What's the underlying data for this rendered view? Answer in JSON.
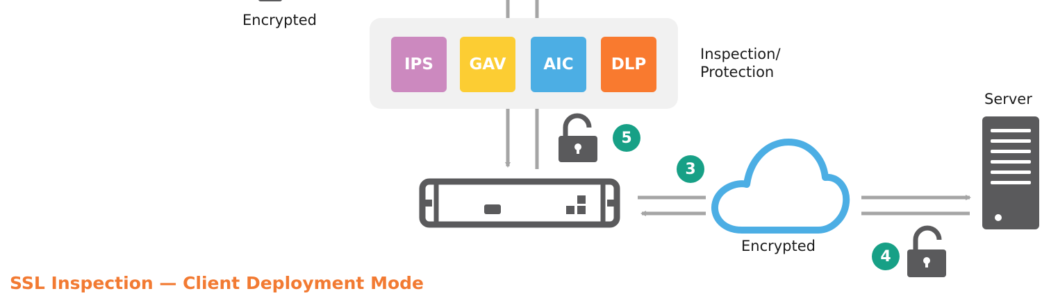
{
  "labels": {
    "encrypted_top": "Encrypted",
    "inspection": "Inspection/",
    "protection": "Protection",
    "server": "Server",
    "encrypted_cloud": "Encrypted"
  },
  "modules": [
    {
      "label": "IPS",
      "color": "#cc89bf"
    },
    {
      "label": "GAV",
      "color": "#fccd33"
    },
    {
      "label": "AIC",
      "color": "#4caee4"
    },
    {
      "label": "DLP",
      "color": "#f97a2f"
    }
  ],
  "steps": {
    "step_3": "3",
    "step_4": "4",
    "step_5": "5"
  },
  "title": "SSL Inspection — Client Deployment Mode",
  "colors": {
    "badge": "#17a086",
    "title": "#f27a32",
    "icon_gray": "#5a5a5c",
    "arrow_gray": "#a5a5a5",
    "cloud": "#4caee4",
    "panel": "#f1f1f1"
  }
}
